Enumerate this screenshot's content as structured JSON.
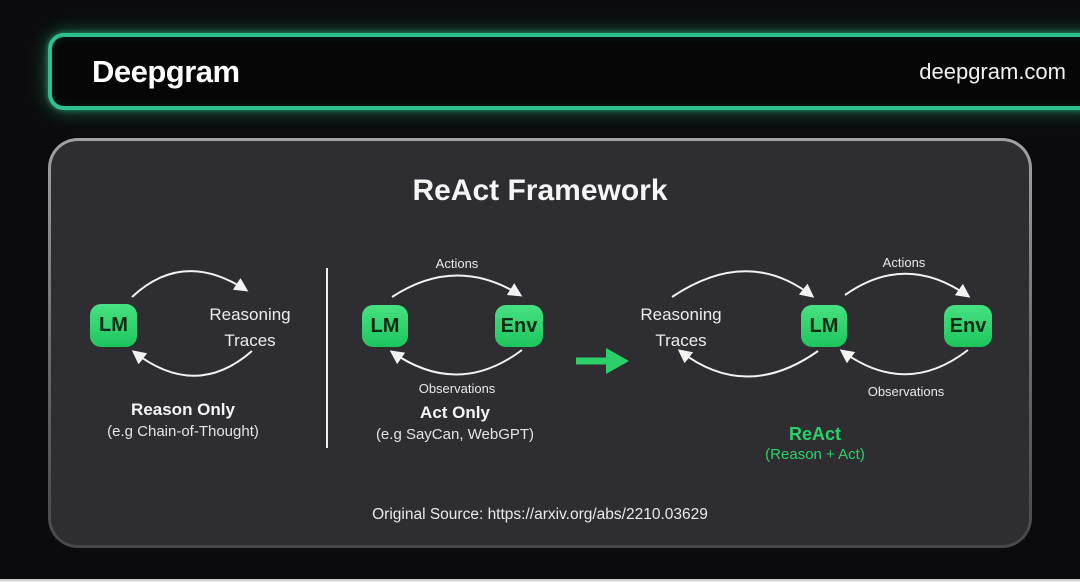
{
  "header": {
    "brand": "Deepgram",
    "site": "deepgram.com"
  },
  "panel": {
    "title": "ReAct Framework",
    "source": "Original Source: https://arxiv.org/abs/2210.03629"
  },
  "diagram_reason_only": {
    "lm": "LM",
    "node_line1": "Reasoning",
    "node_line2": "Traces",
    "caption": "Reason Only",
    "subcaption": "(e.g Chain-of-Thought)"
  },
  "diagram_act_only": {
    "lm": "LM",
    "env": "Env",
    "top_label": "Actions",
    "bottom_label": "Observations",
    "caption": "Act Only",
    "subcaption": "(e.g SayCan, WebGPT)"
  },
  "diagram_react": {
    "node_line1": "Reasoning",
    "node_line2": "Traces",
    "lm": "LM",
    "env": "Env",
    "top_label": "Actions",
    "bottom_label": "Observations",
    "caption": "ReAct",
    "subcaption": "(Reason + Act)"
  },
  "colors": {
    "accent_green": "#2bd068",
    "header_border_green": "#2ec08d",
    "node_gradient_top": "#47e181",
    "node_gradient_bottom": "#1dc65c",
    "panel_background": "#2e2e32",
    "page_background": "#0b0b0d"
  }
}
